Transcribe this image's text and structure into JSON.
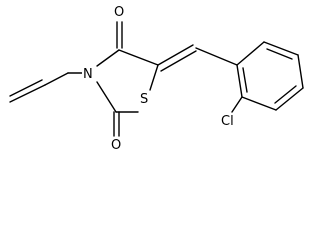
{
  "molecule": {
    "atoms": {
      "o_top": "O",
      "o_bottom": "O",
      "n": "N",
      "s": "S",
      "cl": "Cl"
    }
  }
}
